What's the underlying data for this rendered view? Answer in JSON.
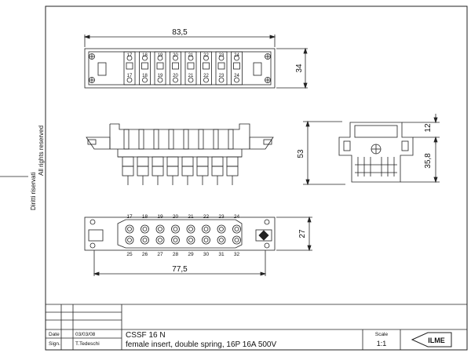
{
  "side_notes": {
    "line1": "Diritti riservati",
    "line2": "All rights reserved"
  },
  "dimensions": {
    "top_width": "83,5",
    "top_height": "34",
    "side_height": "53",
    "side_top": "12",
    "side_bottom": "35,8",
    "bottom_height": "27",
    "bottom_width": "77,5"
  },
  "pins": {
    "top_row": [
      "17",
      "18",
      "19",
      "20",
      "21",
      "22",
      "23",
      "24"
    ],
    "top_view_bottom_row": [
      "17",
      "18",
      "19",
      "20",
      "21",
      "22",
      "23",
      "24"
    ],
    "front_top_row": [
      "17",
      "18",
      "19",
      "20",
      "21",
      "22",
      "23",
      "24"
    ],
    "front_bottom_row": [
      "25",
      "26",
      "27",
      "28",
      "29",
      "30",
      "31",
      "32"
    ]
  },
  "title_block": {
    "date_label": "Date",
    "date_value": "03/03/08",
    "sign_label": "Sign.",
    "sign_value": "T.Tedeschi",
    "product_code": "CSSF 16 N",
    "description": "female insert, double spring, 16P 16A 500V",
    "scale_label": "Scale",
    "scale_value": "1:1",
    "logo_text": "ILME"
  },
  "colors": {
    "line": "#222222",
    "background": "#ffffff"
  }
}
